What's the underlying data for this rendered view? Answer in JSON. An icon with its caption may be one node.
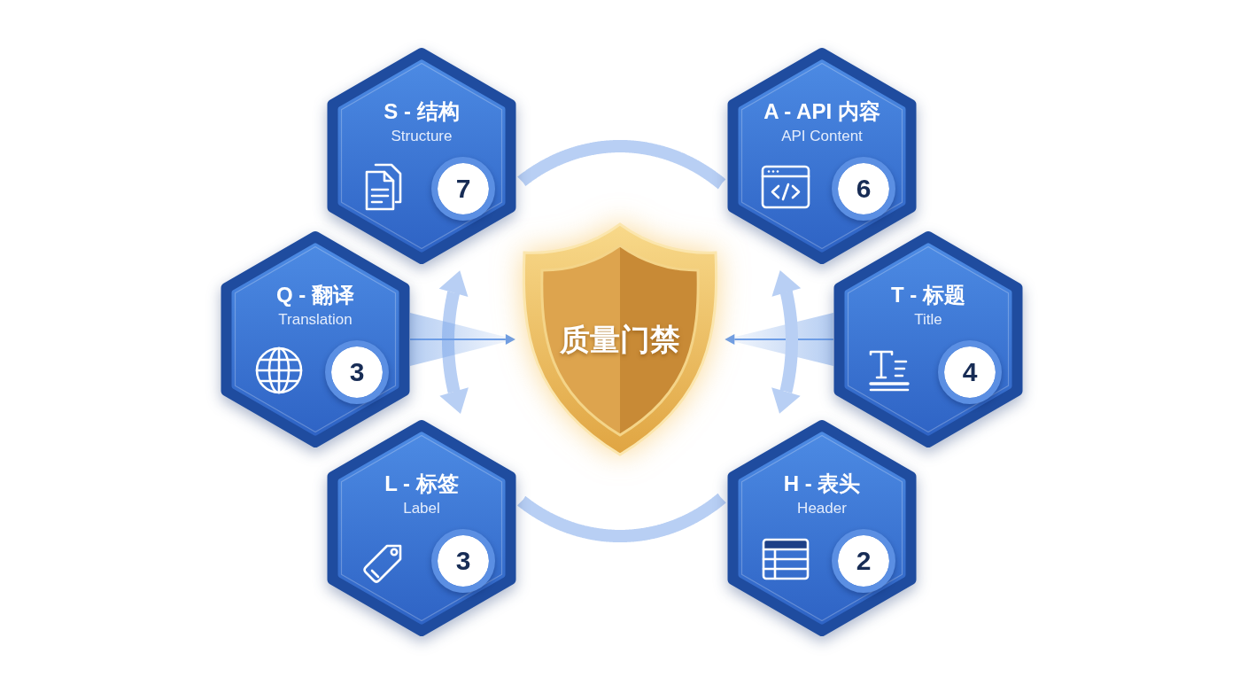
{
  "diagram": {
    "nodes": [
      {
        "text": [
          "S - 结构",
          "Structure"
        ]
      },
      {
        "text": [
          "7"
        ],
        "in": 0
      },
      {
        "text": [
          "A - API 内容",
          "API Content"
        ]
      },
      {
        "text": [
          "6"
        ],
        "in": 2
      },
      {
        "text": [
          "Q - 翻译",
          "Translation"
        ]
      },
      {
        "text": [
          "3"
        ],
        "in": 4
      },
      {
        "text": [
          "质量门禁"
        ]
      },
      {
        "text": [
          "T - 标题",
          "Title"
        ]
      },
      {
        "text": [
          "4"
        ],
        "in": 7
      },
      {
        "text": [
          "L - 标签",
          "Label"
        ]
      },
      {
        "text": [
          "3"
        ],
        "in": 9
      },
      {
        "text": [
          "H - 表头",
          "Header"
        ]
      },
      {
        "text": [
          "2"
        ],
        "in": 11
      }
    ],
    "edges": [
      {
        "from": 0,
        "to": 2,
        "arrow": "none"
      },
      {
        "from": 0,
        "to": 9,
        "arrow": "both"
      },
      {
        "from": 4,
        "to": 6,
        "arrow": "to",
        "color": "#6d9de6"
      },
      {
        "from": 7,
        "to": 6,
        "arrow": "to",
        "color": "#6d9de6"
      },
      {
        "from": 2,
        "to": 11,
        "arrow": "both"
      },
      {
        "from": 9,
        "to": 11,
        "arrow": "none"
      }
    ]
  }
}
